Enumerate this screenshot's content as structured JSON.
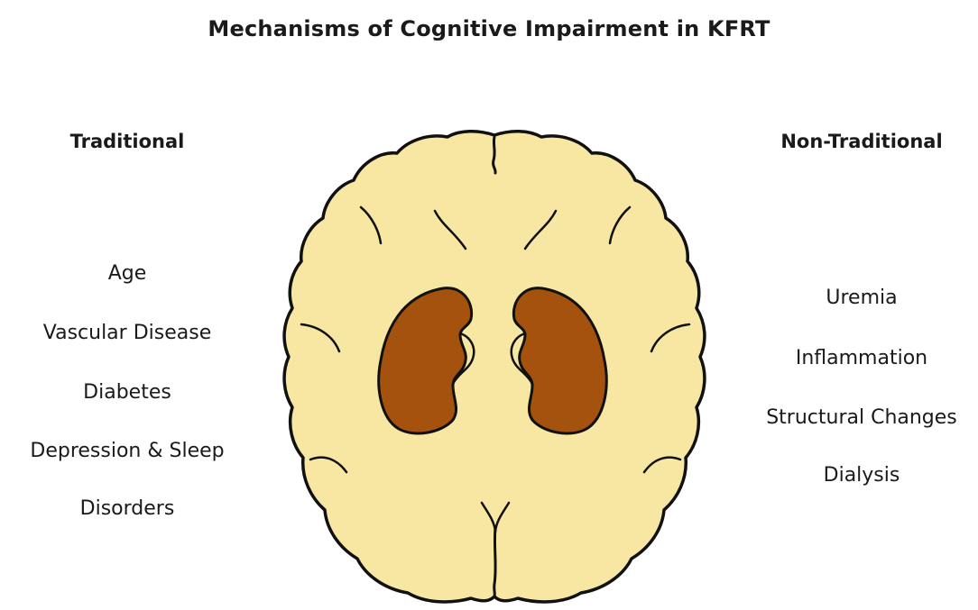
{
  "title": "Mechanisms of Cognitive Impairment in KFRT",
  "left_column": {
    "heading": "Traditional",
    "items": [
      "Age",
      "Vascular Disease",
      "Diabetes",
      "Depression & Sleep",
      "Disorders"
    ]
  },
  "right_column": {
    "heading": "Non-Traditional",
    "items": [
      "Uremia",
      "Inflammation",
      "Structural Changes",
      "Dialysis"
    ]
  },
  "colors": {
    "brain_fill": "#f7e7a3",
    "kidney_fill": "#a5520f",
    "outline": "#111111"
  },
  "icons": {
    "central": "brain-icon",
    "kidneys": "kidney-icon"
  }
}
